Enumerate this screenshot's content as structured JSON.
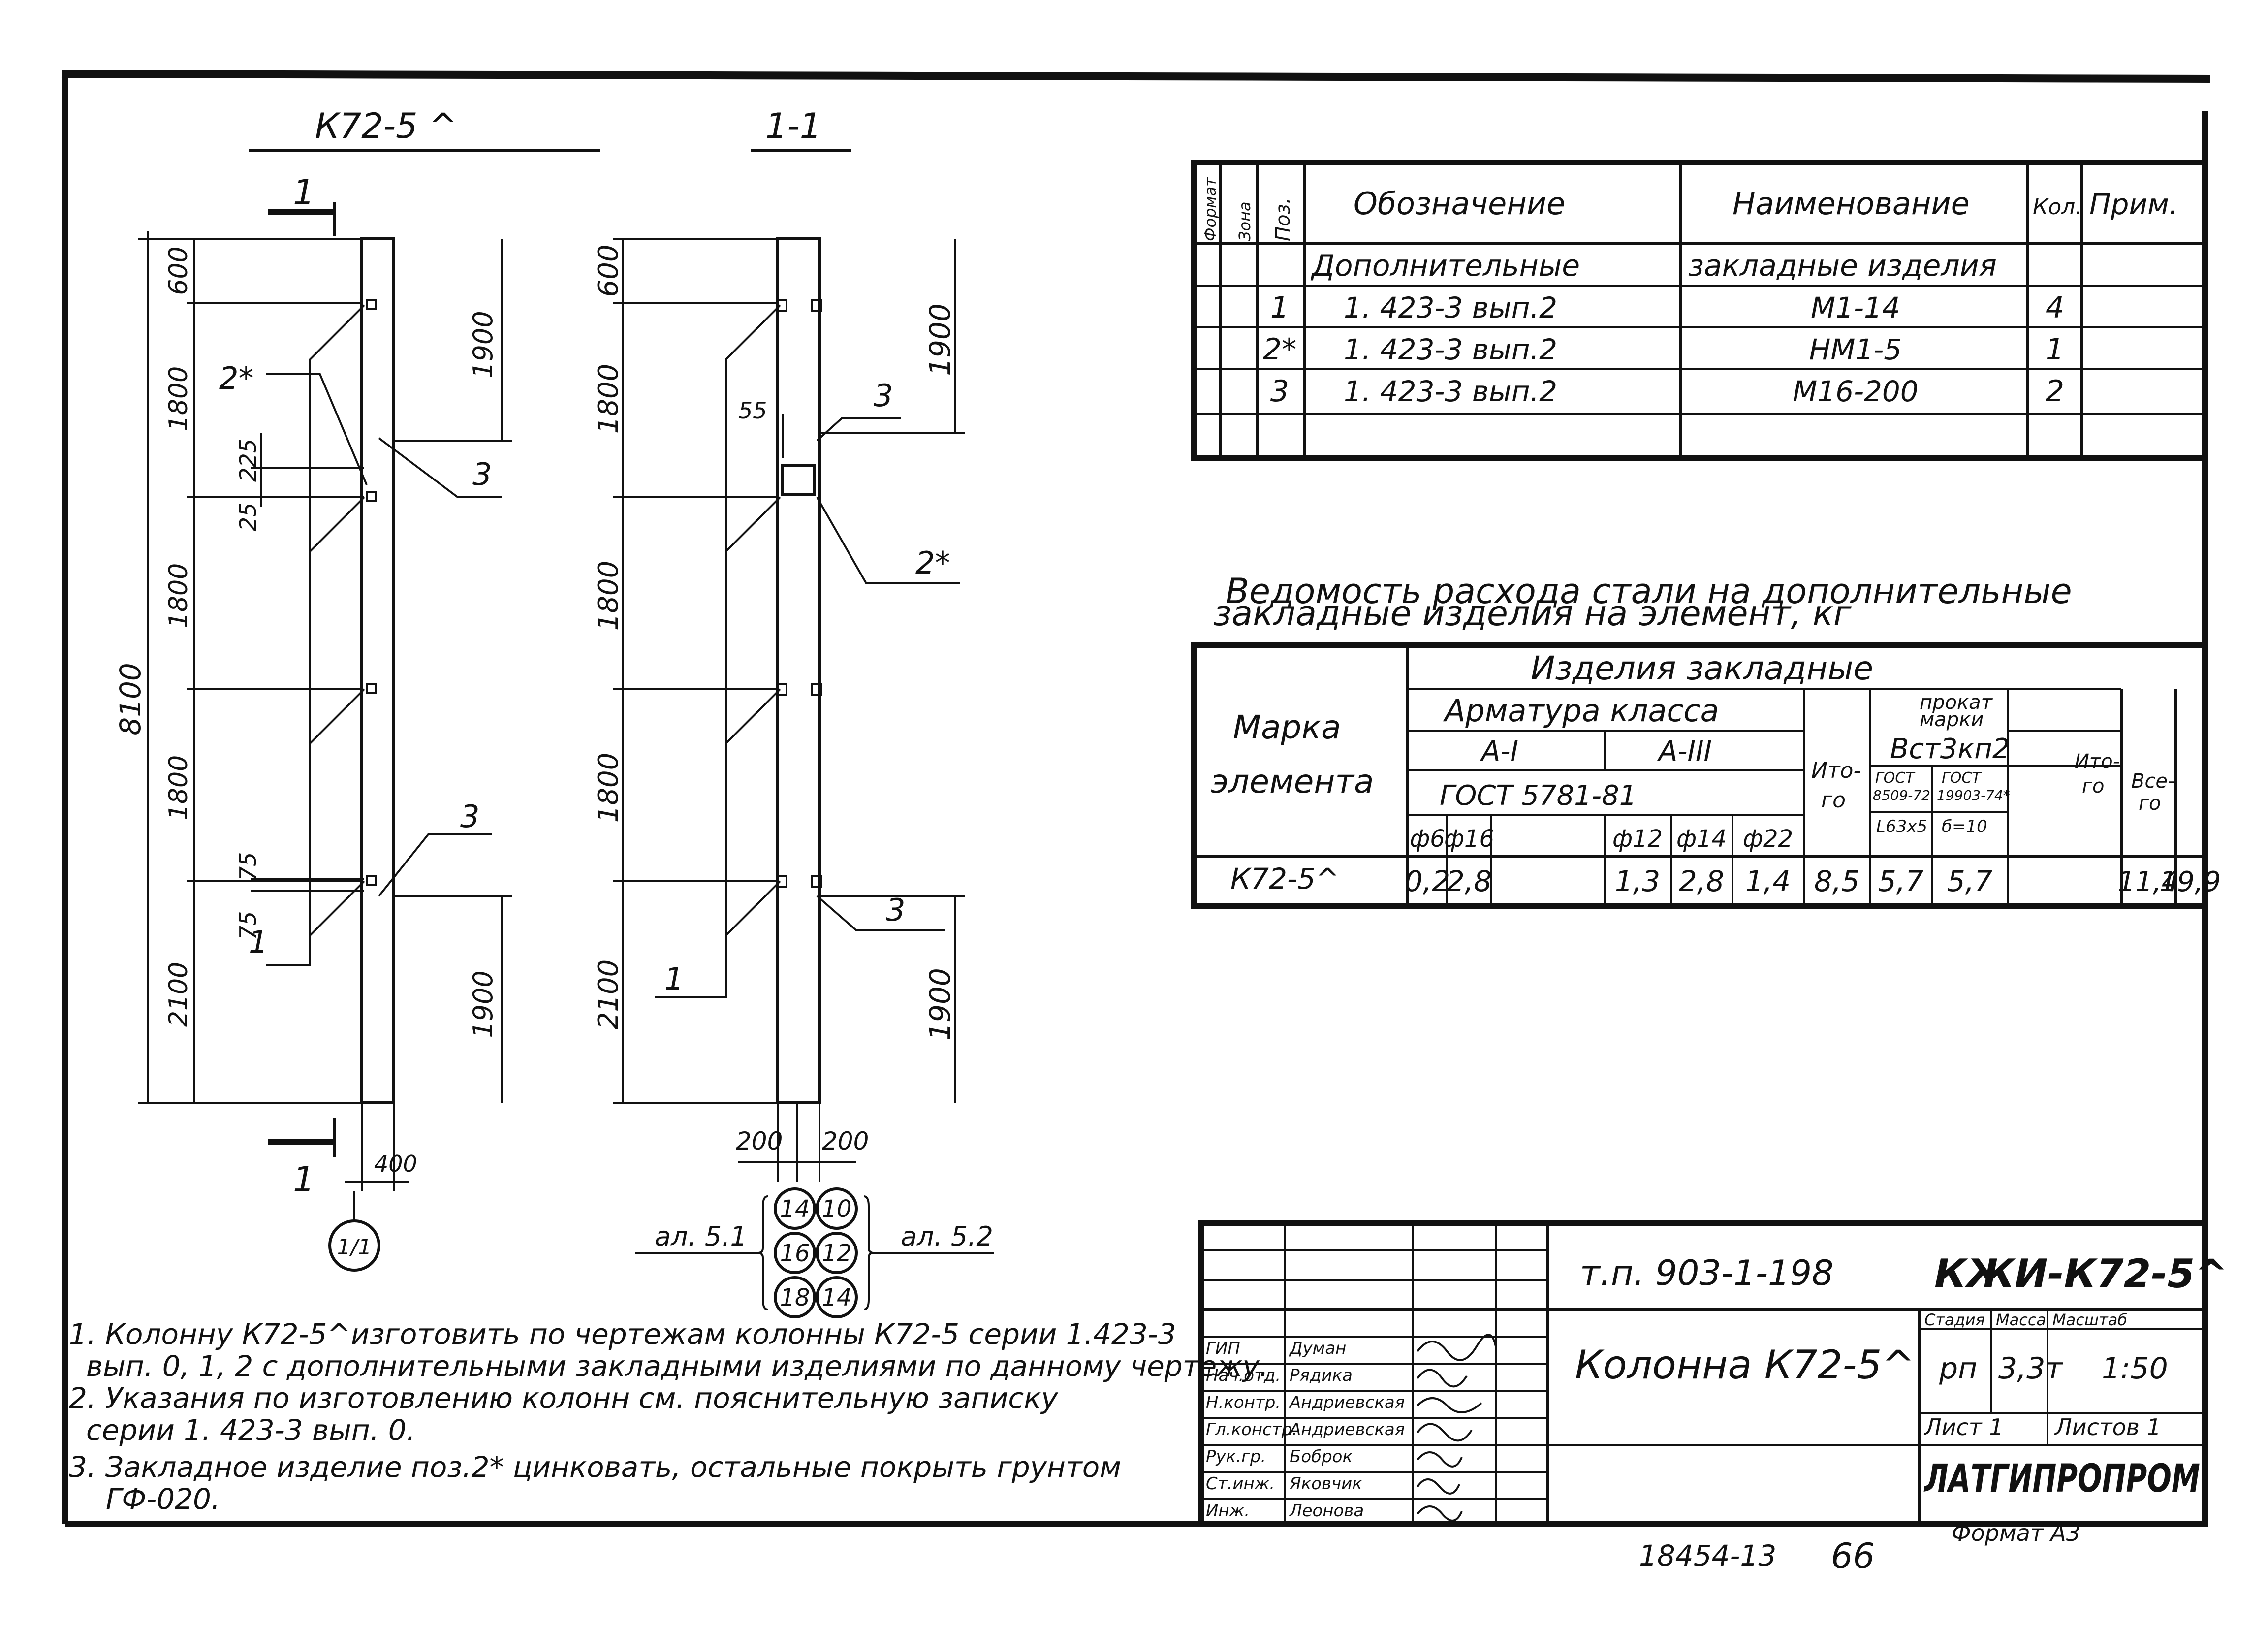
{
  "views": {
    "elevation_title": "К72-5 ^",
    "section_title": "1-1",
    "section_mark": "1",
    "axis_label": "1/1"
  },
  "elevation_dims": {
    "total": "8100",
    "segments": [
      "600",
      "1800",
      "1800",
      "1800",
      "2100"
    ],
    "right": [
      "1900",
      "1900"
    ],
    "small": [
      "225",
      "25",
      "75",
      "75"
    ],
    "width": "400"
  },
  "section_dims": {
    "segments": [
      "600",
      "1800",
      "1800",
      "1800",
      "2100"
    ],
    "right": [
      "1900",
      "1900"
    ],
    "gap": "55",
    "bottom": [
      "200",
      "200"
    ]
  },
  "callouts": {
    "pos1": "1",
    "pos2": "2*",
    "pos3": "3"
  },
  "circles": [
    "14",
    "10",
    "16",
    "12",
    "18",
    "14"
  ],
  "ref_left": "ал. 5.1",
  "ref_right": "ал. 5.2",
  "spec_table": {
    "headers": [
      "Формат",
      "Зона",
      "Поз.",
      "Обозначение",
      "Наименование",
      "Кол.",
      "Прим."
    ],
    "section_row": [
      "Дополнительные",
      "закладные изделия"
    ],
    "rows": [
      {
        "pos": "1",
        "designation": "1. 423-3 вып.2",
        "name": "М1-14",
        "qty": "4"
      },
      {
        "pos": "2*",
        "designation": "1. 423-3 вып.2",
        "name": "НМ1-5",
        "qty": "1"
      },
      {
        "pos": "3",
        "designation": "1. 423-3 вып.2",
        "name": "М16-200",
        "qty": "2"
      }
    ]
  },
  "steel_table": {
    "title_line1": "Ведомость расхода стали на дополнительные",
    "title_line2": "закладные изделия на элемент, кг",
    "col_mark": [
      "Марка",
      "элемента"
    ],
    "group_header": "Изделия закладные",
    "rebar_header": "Арматура класса",
    "class_ai": "А-I",
    "class_aiii": "А-III",
    "gost_rebar": "ГОСТ 5781-81",
    "profile_header": [
      "прокат",
      "марки"
    ],
    "steel_grade": "Вст3кп2",
    "gost_a": [
      "ГОСТ",
      "8509-72"
    ],
    "gost_b": [
      "ГОСТ",
      "19903-74*"
    ],
    "profile_a": "L63х5",
    "profile_b": "б=10",
    "itogo": [
      "Ито-",
      "го"
    ],
    "vsego": [
      "Все-",
      "го"
    ],
    "diameters": [
      "ф6",
      "ф16",
      "",
      "ф12",
      "ф14",
      "ф22"
    ],
    "row": {
      "mark": "К72-5^",
      "values": [
        "0,2",
        "2,8",
        "",
        "1,3",
        "2,8",
        "1,4",
        "8,5",
        "5,7",
        "5,7",
        "",
        "11,4",
        "19,9"
      ]
    }
  },
  "notes": [
    "1. Колонну К72-5^изготовить по чертежам колонны К72-5 серии 1.423-3",
    "вып. 0, 1, 2 с дополнительными закладными изделиями по данному чертежу.",
    "2. Указания по изготовлению колонн см. пояснительную записку",
    "серии 1. 423-3 вып. 0.",
    "3. Закладное изделие поз.2* цинковать, остальные покрыть грунтом",
    "ГФ-020."
  ],
  "title_block": {
    "project": "т.п. 903-1-198",
    "code": "КЖИ-К72-5^",
    "title": "Колонна К72-5^",
    "col_stage": "Стадия",
    "col_mass": "Масса",
    "col_scale": "Масштаб",
    "stage": "рп",
    "mass": "3,3т",
    "scale": "1:50",
    "sheet": "Лист 1",
    "sheets": "Листов 1",
    "org": "ЛАТГИПРОПРОМ",
    "roles": [
      {
        "role": "ГИП",
        "name": "Думан"
      },
      {
        "role": "Нач.отд.",
        "name": "Рядика"
      },
      {
        "role": "Н.контр.",
        "name": "Андриевская"
      },
      {
        "role": "Гл.констр.",
        "name": "Андриевская"
      },
      {
        "role": "Рук.гр.",
        "name": "Боброк"
      },
      {
        "role": "Ст.инж.",
        "name": "Яковчик"
      },
      {
        "role": "Инж.",
        "name": "Леонова"
      }
    ]
  },
  "footer": {
    "archive_no": "18454-13",
    "page": "66",
    "format": "Формат А3"
  }
}
